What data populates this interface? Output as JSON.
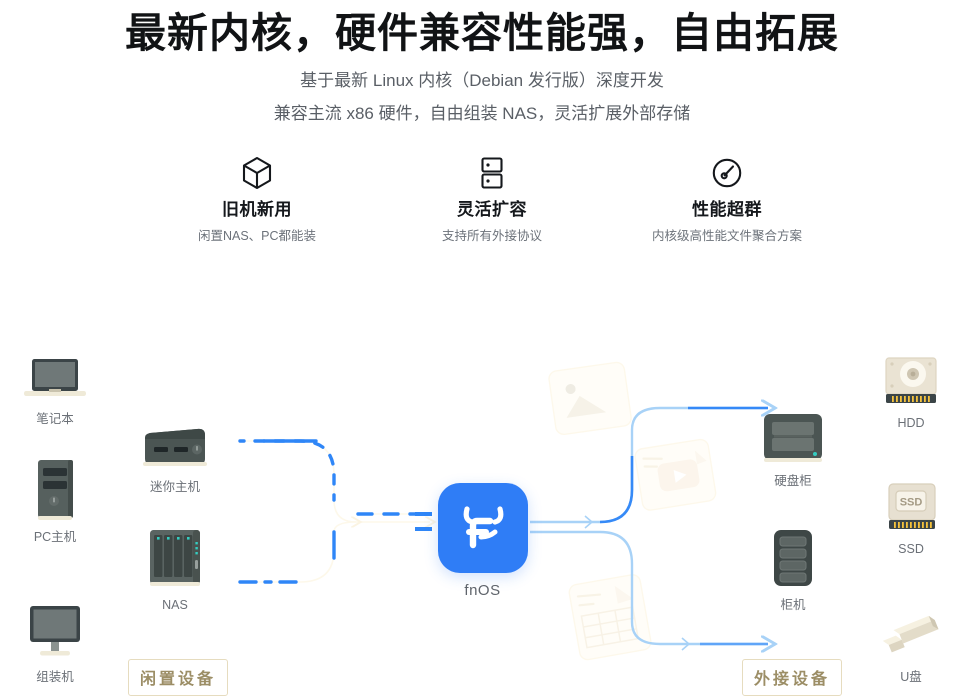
{
  "header": {
    "headline": "最新内核，硬件兼容性能强，自由拓展",
    "subtitle_1": "基于最新 Linux 内核（Debian 发行版）深度开发",
    "subtitle_2": "兼容主流 x86 硬件，自由组装 NAS，灵活扩展外部存储"
  },
  "features": [
    {
      "icon": "cube-icon",
      "title": "旧机新用",
      "desc": "闲置NAS、PC都能装"
    },
    {
      "icon": "server-rack-icon",
      "title": "灵活扩容",
      "desc": "支持所有外接协议"
    },
    {
      "icon": "speedometer-icon",
      "title": "性能超群",
      "desc": "内核级高性能文件聚合方案"
    }
  ],
  "diagram": {
    "center": {
      "label": "fnOS",
      "icon": "fnos-logo-icon",
      "color": "#2f7df6"
    },
    "badges": {
      "left": "闲置设备",
      "right": "外接设备"
    },
    "left_devices": [
      {
        "id": "laptop",
        "icon": "laptop-icon",
        "label": "笔记本"
      },
      {
        "id": "mini-pc",
        "icon": "mini-pc-icon",
        "label": "迷你主机"
      },
      {
        "id": "pc-tower",
        "icon": "pc-tower-icon",
        "label": "PC主机"
      },
      {
        "id": "nas",
        "icon": "nas-icon",
        "label": "NAS"
      },
      {
        "id": "desktop",
        "icon": "desktop-pc-icon",
        "label": "组装机"
      }
    ],
    "right_devices": [
      {
        "id": "hdd-enclosure",
        "icon": "disk-enclosure-icon",
        "label": "硬盘柜"
      },
      {
        "id": "hdd",
        "icon": "hdd-icon",
        "label": "HDD"
      },
      {
        "id": "cabinet",
        "icon": "cabinet-icon",
        "label": "柜机"
      },
      {
        "id": "ssd",
        "icon": "ssd-icon",
        "label": "SSD"
      },
      {
        "id": "usb-drive",
        "icon": "usb-drive-icon",
        "label": "U盘"
      }
    ]
  },
  "colors": {
    "accent_blue": "#2f7df6",
    "line_blue": "#2f86f7",
    "line_blue_light": "#a8d2f7",
    "device_dark": "#4b5553",
    "badge_gold": "#9c8e66",
    "text_muted": "#6b7077"
  }
}
